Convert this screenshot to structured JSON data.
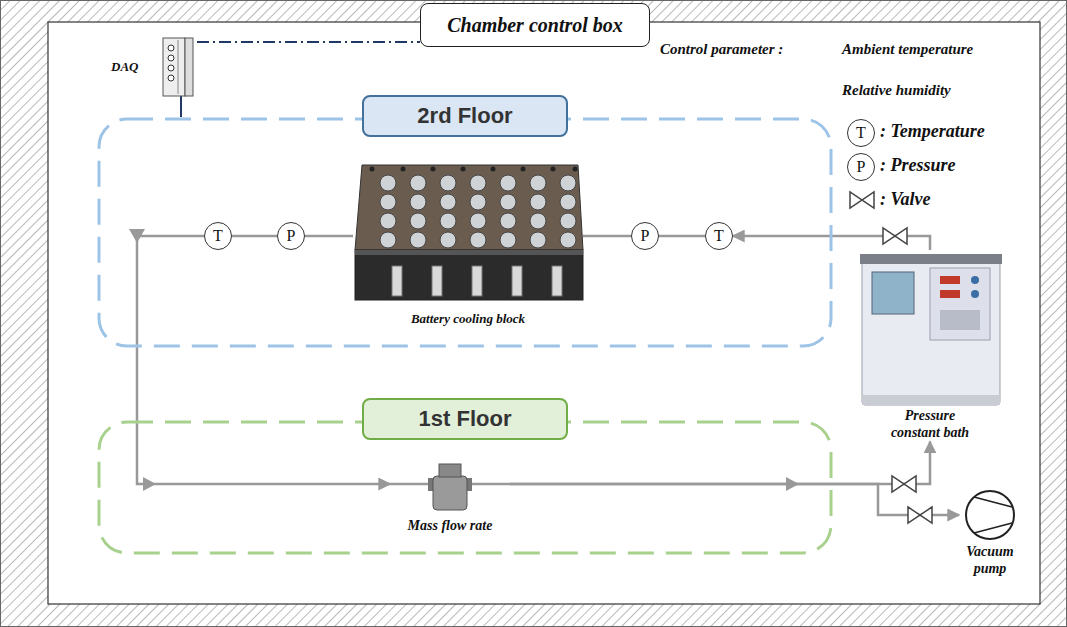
{
  "diagram": {
    "nodes": [
      {
        "text": [
          "DAQ"
        ]
      },
      {
        "text": [
          "Chamber control box"
        ]
      },
      {
        "text": [
          "2rd Floor"
        ]
      },
      {
        "text": [
          "T"
        ],
        "in": 2
      },
      {
        "text": [
          "P"
        ],
        "in": 2
      },
      {
        "text": [
          "Battery cooling block"
        ],
        "in": 2
      },
      {
        "text": [
          "P"
        ],
        "in": 2
      },
      {
        "text": [
          "T"
        ],
        "in": 2
      },
      {
        "text": [
          "Pressure constant bath"
        ]
      },
      {
        "text": [
          "1st Floor"
        ]
      },
      {
        "text": [
          "Mass flow rate"
        ],
        "in": 9
      },
      {
        "text": [
          "Vacuum pump"
        ]
      }
    ],
    "edges": [
      {
        "from": 0,
        "to": 1,
        "arrow": "none"
      },
      {
        "from": 0,
        "to": 2,
        "arrow": "none"
      },
      {
        "from": 8,
        "to": 7,
        "arrow": "to"
      },
      {
        "from": 7,
        "to": 6,
        "arrow": "none"
      },
      {
        "from": 6,
        "to": 5,
        "arrow": "none"
      },
      {
        "from": 5,
        "to": 4,
        "arrow": "none"
      },
      {
        "from": 4,
        "to": 3,
        "arrow": "none"
      },
      {
        "from": 3,
        "to": 10,
        "arrow": "to"
      },
      {
        "from": 10,
        "to": 8,
        "arrow": "to"
      },
      {
        "from": 10,
        "to": 11,
        "arrow": "to"
      }
    ],
    "labels": [
      "Control parameter :",
      "Ambient temperature",
      "Relative humidity",
      "T",
      "P"
    ],
    "legend": [
      {
        "text": ": Temperature"
      },
      {
        "text": ": Pressure"
      },
      {
        "text": ": Valve"
      }
    ]
  }
}
